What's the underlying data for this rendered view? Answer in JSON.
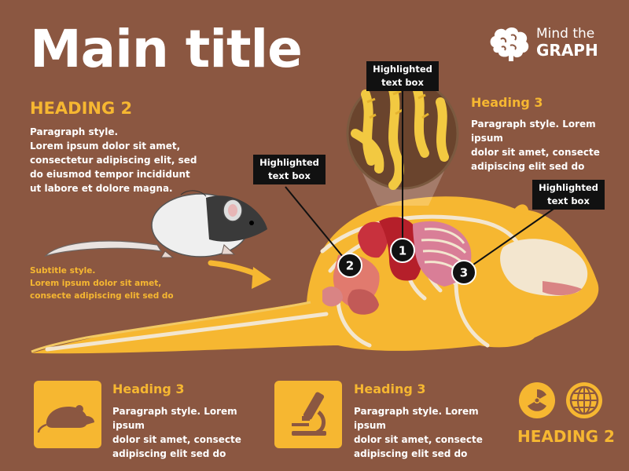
{
  "title": "Main title",
  "logo": {
    "line1": "Mind the",
    "line2": "GRAPH",
    "icon": "brain-icon"
  },
  "left_section": {
    "heading": "HEADING 2",
    "paragraph": "Paragraph style.\nLorem ipsum dolor sit amet,\nconsectetur adipiscing elit, sed\ndo eiusmod tempor incididunt\nut labore et dolore magna.",
    "subtitle": "Subtitle style.\nLorem ipsum dolor sit amet,\nconsecte adipiscing elit sed do"
  },
  "right_section": {
    "heading": "Heading 3",
    "paragraph": "Paragraph style. Lorem ipsum\ndolor sit amet, consecte\nadipiscing elit sed do"
  },
  "highlight_boxes": [
    {
      "text": "Highlighted\ntext box"
    },
    {
      "text": "Highlighted\ntext box"
    },
    {
      "text": "Highlighted\ntext box"
    }
  ],
  "markers": [
    "1",
    "2",
    "3"
  ],
  "bottom": {
    "card1": {
      "heading": "Heading 3",
      "paragraph": "Paragraph style. Lorem ipsum\ndolor sit amet, consecte\nadipiscing elit sed do",
      "icon": "mouse-icon"
    },
    "card2": {
      "heading": "Heading 3",
      "paragraph": "Paragraph style. Lorem ipsum\ndolor sit amet, consecte\nadipiscing elit sed do",
      "icon": "microscope-icon"
    },
    "right": {
      "heading": "HEADING 2",
      "icons": [
        "radiation-icon",
        "globe-icon"
      ]
    }
  },
  "colors": {
    "background": "#8B5741",
    "accent": "#F6B731",
    "box": "#111111",
    "text": "#FFFFFF"
  }
}
